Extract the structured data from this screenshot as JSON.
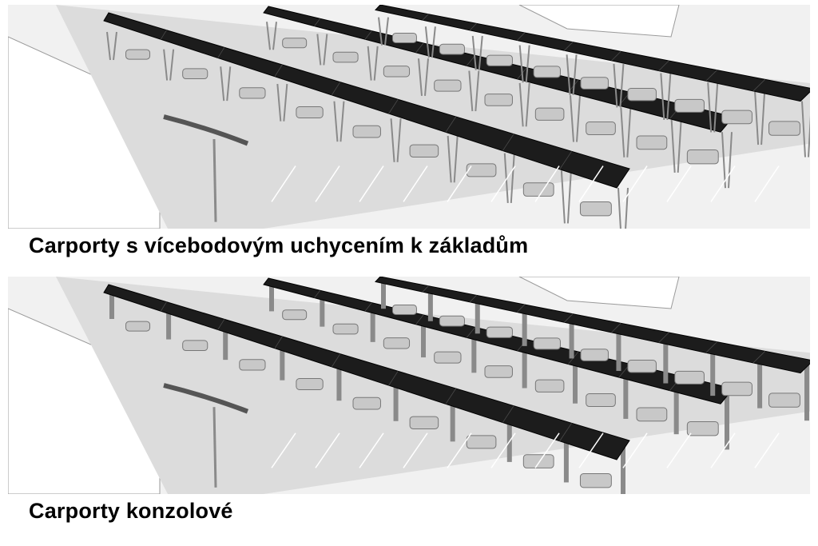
{
  "captions": {
    "top": "Carporty s vícebodovým uchycením k základům",
    "bottom": "Carporty konzolové"
  },
  "colors": {
    "ground": "#f1f1f1",
    "pavement": "#dcdcdc",
    "roof": "#1c1c1c",
    "roof_grid": "#4a4a4a",
    "column": "#8a8a8a",
    "car": "#c8c8c8",
    "line": "#9a9a9a"
  },
  "panels": [
    {
      "id": "top",
      "support": "multipoint"
    },
    {
      "id": "bottom",
      "support": "cantilever"
    }
  ]
}
